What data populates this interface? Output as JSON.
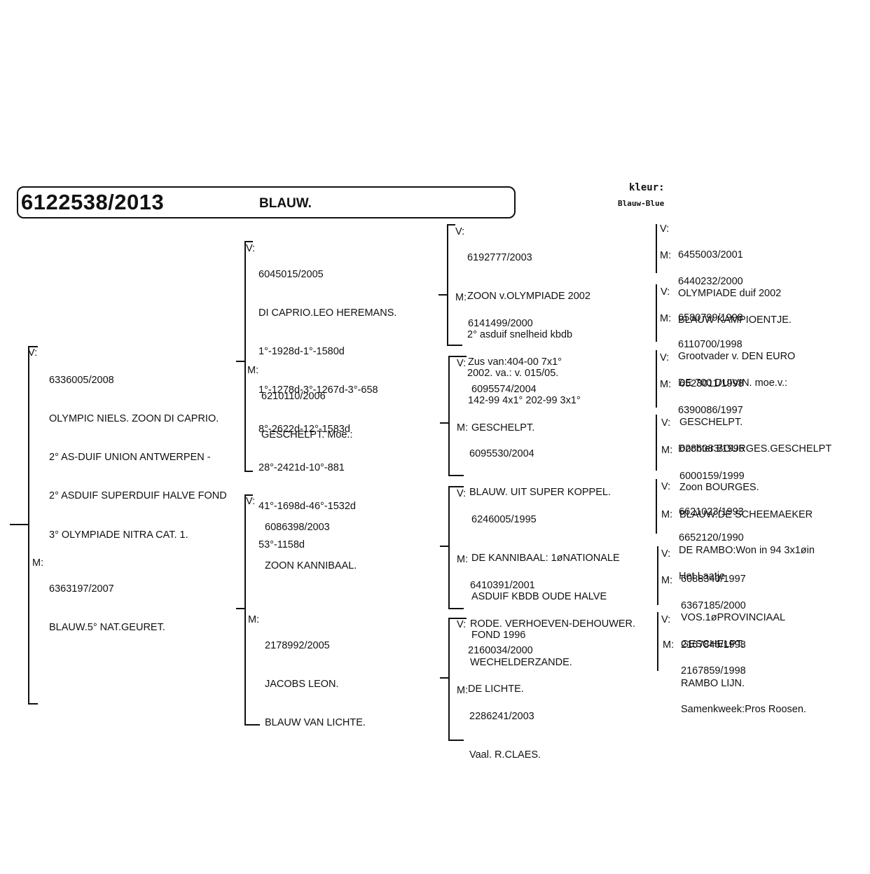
{
  "header": {
    "ring": "6122538/2013",
    "color": "BLAUW.",
    "kleur_label": "kleur:",
    "kleur_value": "Blauw-Blue"
  },
  "markers": {
    "father": "V:",
    "mother": "M:"
  },
  "gen1": {
    "father": [
      "6336005/2008",
      "OLYMPIC NIELS. ZOON DI CAPRIO.",
      "2° AS-DUIF UNION ANTWERPEN -",
      "2° ASDUIF SUPERDUIF HALVE FOND",
      "3° OLYMPIADE NITRA CAT. 1."
    ],
    "mother": [
      "6363197/2007",
      "BLAUW.5° NAT.GEURET."
    ]
  },
  "gen2": {
    "ff": [
      "6045015/2005",
      "DI CAPRIO.LEO HEREMANS.",
      "1°-1928d-1°-1580d",
      "1°-1278d-3°-1267d-3°-658",
      "8°-2622d-12°-1583d",
      "28°-2421d-10°-881",
      "41°-1698d-46°-1532d",
      "53°-1158d"
    ],
    "fm": [
      "6210110/2006",
      "GESCHELPT. Moe.:"
    ],
    "mf": [
      "6086398/2003",
      "ZOON KANNIBAAL."
    ],
    "mm": [
      "2178992/2005",
      "JACOBS LEON.",
      "BLAUW VAN LICHTE."
    ]
  },
  "gen3": {
    "fff": [
      "6192777/2003",
      "ZOON v.OLYMPIADE 2002",
      "2° asduif snelheid kbdb",
      "2002. va.: v. 015/05."
    ],
    "ffm": [
      "6141499/2000",
      "Zus van:404-00 7x1°",
      "142-99 4x1° 202-99 3x1°"
    ],
    "fmf": [
      "6095574/2004",
      "GESCHELPT."
    ],
    "fmm": [
      "6095530/2004",
      "BLAUW. UIT SUPER KOPPEL."
    ],
    "mff": [
      "6246005/1995",
      "DE KANNIBAAL: 1øNATIONALE",
      "ASDUIF KBDB OUDE HALVE",
      "FOND 1996"
    ],
    "mfm": [
      "6410391/2001",
      "RODE. VERHOEVEN-DEHOUWER.",
      "WECHELDERZANDE."
    ],
    "mmf": [
      "2160034/2000",
      "DE LICHTE."
    ],
    "mmm": [
      "2286241/2003",
      "Vaal. R.CLAES."
    ]
  },
  "gen4": [
    {
      "v": [
        "6455003/2001",
        "OLYMPIADE duif 2002"
      ],
      "m": [
        "6440232/2000",
        "BLAUW KAMPIOENTJE."
      ]
    },
    {
      "v": [
        "6580799/1998",
        "Grootvader v. DEN EURO"
      ],
      "m": [
        "6110700/1998",
        "DE 700 DUIVIN. moe.v.:"
      ]
    },
    {
      "v": [
        "6523011/1998",
        "GESCHELPT."
      ],
      "m": [
        "6390086/1997",
        "Dochter BOURGES.GESCHELPT"
      ]
    },
    {
      "v": [
        "6286083/1996",
        "Zoon BOURGES."
      ],
      "m": [
        "6000159/1999",
        "BLAUW.DE SCHEEMAEKER"
      ]
    },
    {
      "v": [
        "6621023/1993",
        "DE RAMBO:Won in 94 3x1øin"
      ],
      "m": [
        "6652120/1990",
        "Het Laatje"
      ]
    },
    {
      "v": [
        "6088340/1997",
        "VOS.1øPROVINCIAAL"
      ],
      "m": [
        "6367185/2000",
        "GESCHELPT."
      ]
    },
    {
      "v": [
        "2167846/1998",
        "RAMBO LIJN."
      ],
      "m": [
        "2167859/1998",
        "Samenkweek:Pros Roosen."
      ]
    }
  ]
}
